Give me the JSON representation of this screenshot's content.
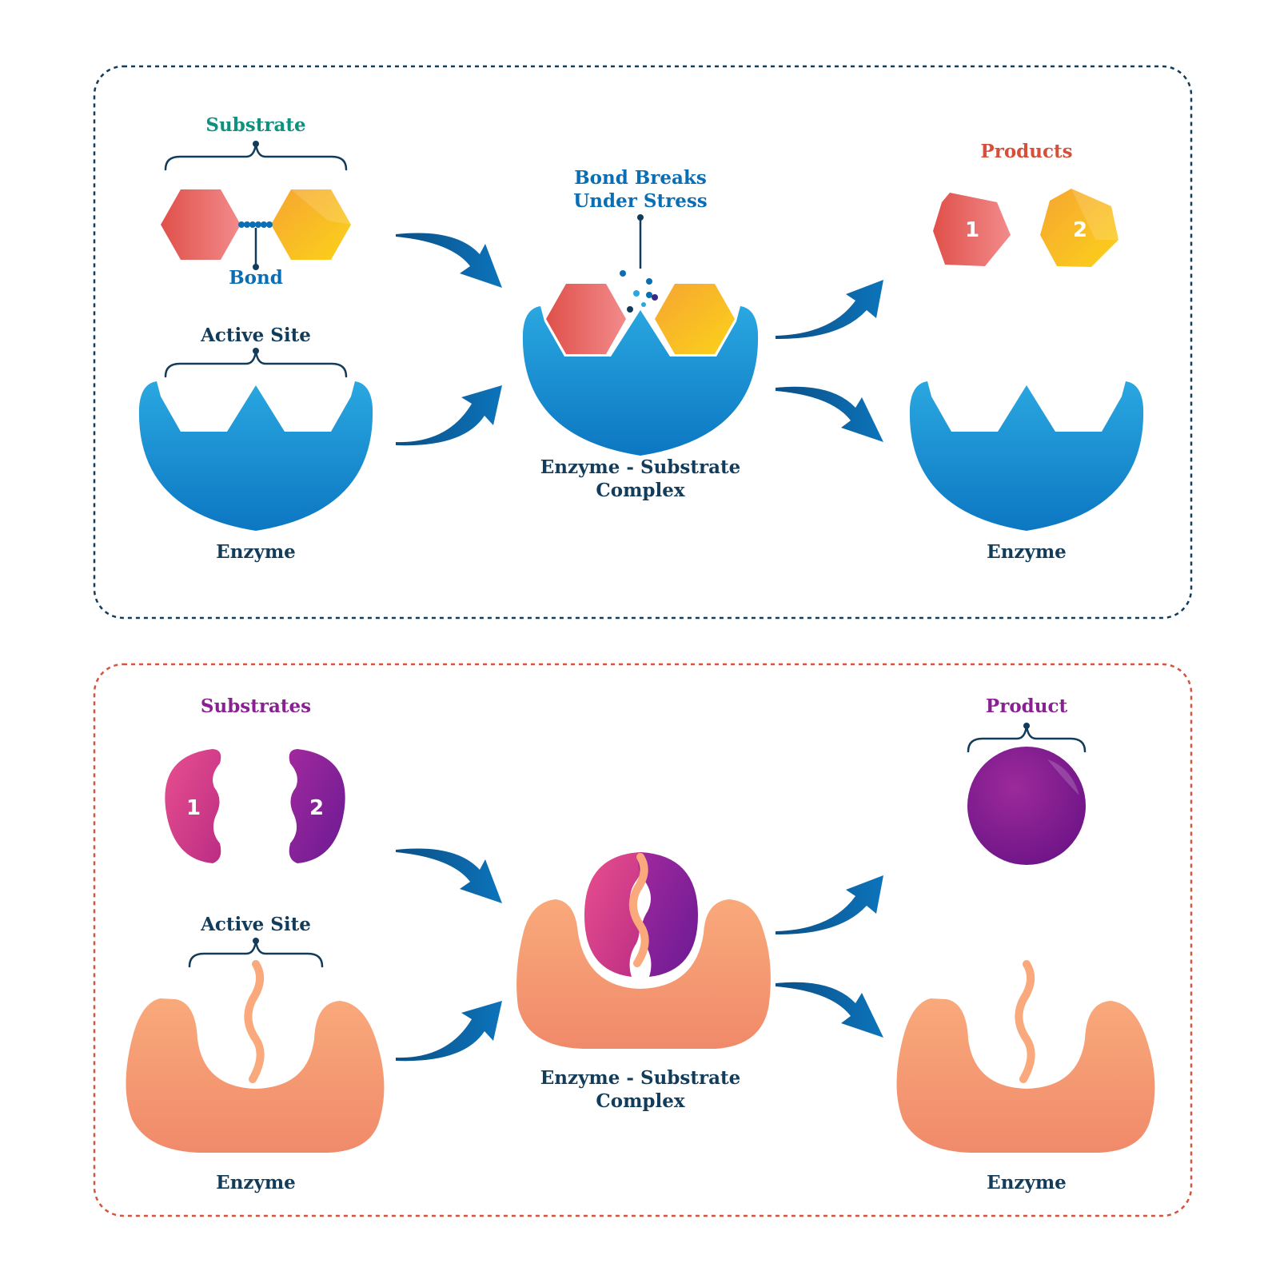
{
  "colors": {
    "navy": "#123c5a",
    "blue": "#0a6eb4",
    "teal": "#0f9180",
    "orange_red": "#d64f3a",
    "purple": "#8a2192",
    "top_border": "#123c5a",
    "bottom_border": "#d2553f"
  },
  "top_panel": {
    "substrate_label": "Substrate",
    "bond_label": "Bond",
    "active_site_label": "Active Site",
    "enzyme_left_label": "Enzyme",
    "bond_breaks_line1": "Bond Breaks",
    "bond_breaks_line2": "Under Stress",
    "complex_line1": "Enzyme - Substrate",
    "complex_line2": "Complex",
    "products_label": "Products",
    "product1_number": "1",
    "product2_number": "2",
    "enzyme_right_label": "Enzyme"
  },
  "bottom_panel": {
    "substrates_label": "Substrates",
    "substrate1_number": "1",
    "substrate2_number": "2",
    "active_site_label": "Active Site",
    "enzyme_left_label": "Enzyme",
    "complex_line1": "Enzyme - Substrate",
    "complex_line2": "Complex",
    "product_label": "Product",
    "enzyme_right_label": "Enzyme"
  }
}
